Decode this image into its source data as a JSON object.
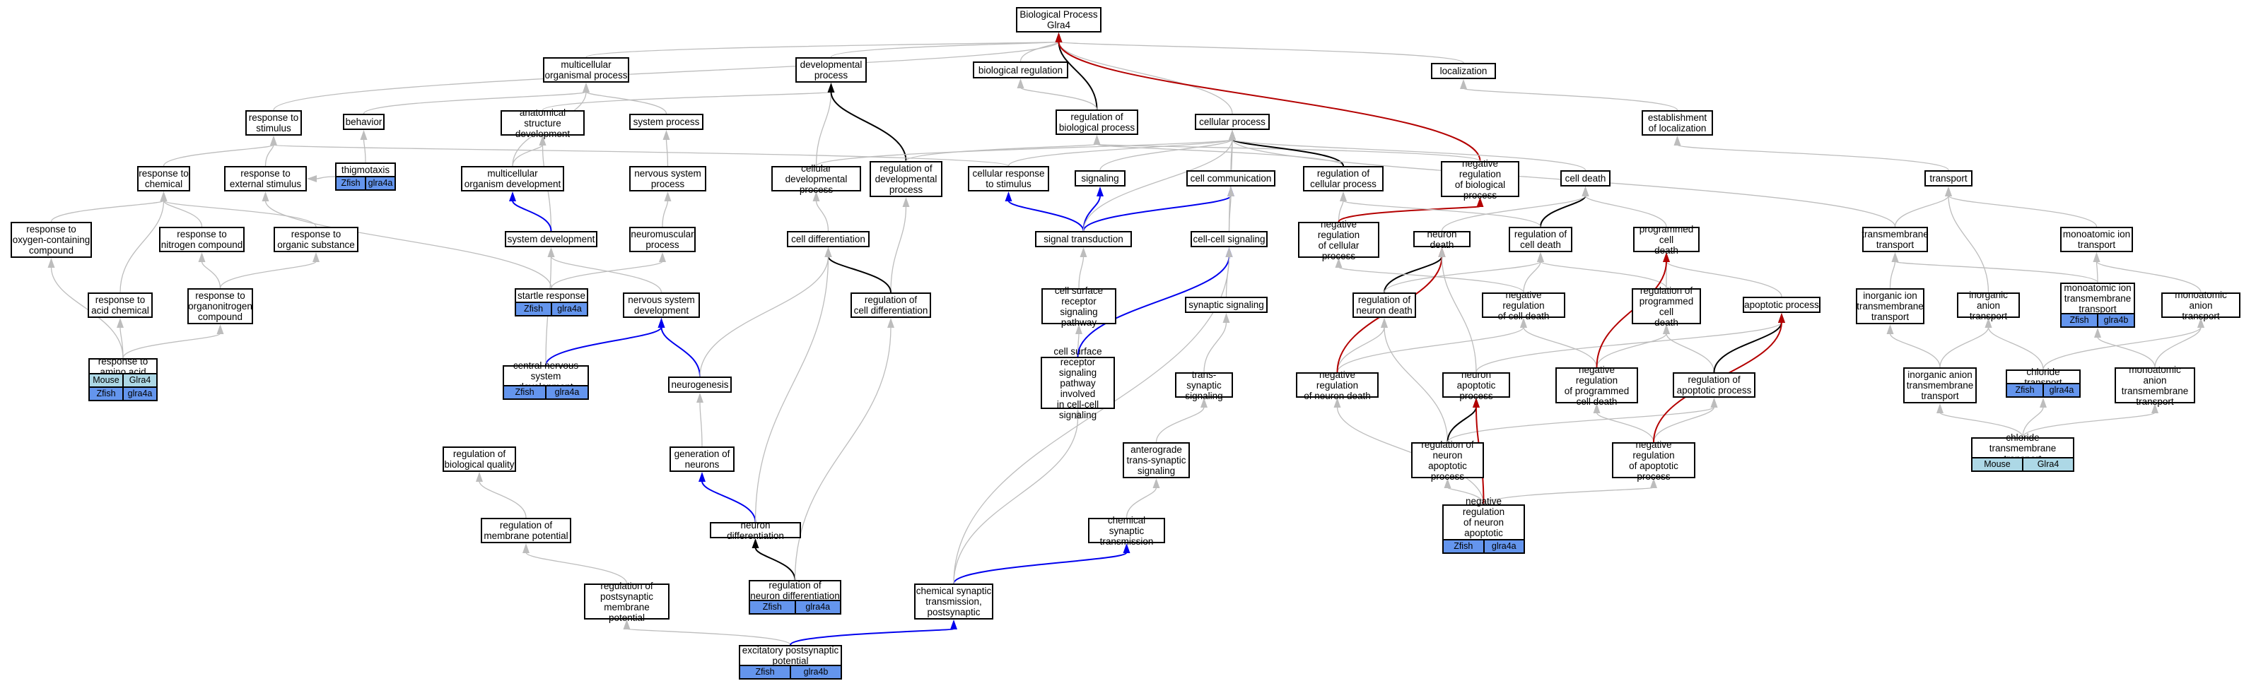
{
  "colors": {
    "edge_default": "#bdbdbd",
    "edge_black": "#000000",
    "edge_blue": "#0000ee",
    "edge_red": "#b40000",
    "tag_zfish": "#6495ed",
    "tag_mouse": "#add8e6"
  },
  "nodes": [
    {
      "id": "bp",
      "label": "Biological Process\nGlra4"
    },
    {
      "id": "mop",
      "label": "multicellular\norganismal process"
    },
    {
      "id": "dp",
      "label": "developmental\nprocess"
    },
    {
      "id": "breg",
      "label": "biological regulation"
    },
    {
      "id": "loc",
      "label": "localization"
    },
    {
      "id": "rts",
      "label": "response to\nstimulus"
    },
    {
      "id": "beh",
      "label": "behavior"
    },
    {
      "id": "asd",
      "label": "anatomical structure\ndevelopment"
    },
    {
      "id": "sysp",
      "label": "system process"
    },
    {
      "id": "rbp",
      "label": "regulation of\nbiological process"
    },
    {
      "id": "cp",
      "label": "cellular process"
    },
    {
      "id": "eol",
      "label": "establishment\nof localization"
    },
    {
      "id": "rtc",
      "label": "response to\nchemical"
    },
    {
      "id": "rtes",
      "label": "response to\nexternal stimulus"
    },
    {
      "id": "thig",
      "label": "thigmotaxis",
      "tags": [
        {
          "sp": "zfish",
          "text": "Zfish"
        },
        {
          "sp": "zfish",
          "text": "glra4a"
        }
      ]
    },
    {
      "id": "mod",
      "label": "multicellular\norganism development"
    },
    {
      "id": "nsp",
      "label": "nervous system\nprocess"
    },
    {
      "id": "cdp",
      "label": "cellular developmental\nprocess"
    },
    {
      "id": "rdp",
      "label": "regulation of\ndevelopmental\nprocess"
    },
    {
      "id": "crts",
      "label": "cellular response\nto stimulus"
    },
    {
      "id": "sig",
      "label": "signaling"
    },
    {
      "id": "ccom",
      "label": "cell communication"
    },
    {
      "id": "rcp",
      "label": "regulation of\ncellular process"
    },
    {
      "id": "nrbp",
      "label": "negative regulation\nof biological\nprocess"
    },
    {
      "id": "cdeath",
      "label": "cell death"
    },
    {
      "id": "trans",
      "label": "transport"
    },
    {
      "id": "rtocc",
      "label": "response to\noxygen-containing\ncompound"
    },
    {
      "id": "rtnc",
      "label": "response to\nnitrogen compound"
    },
    {
      "id": "rtos",
      "label": "response to\norganic substance"
    },
    {
      "id": "sysdev",
      "label": "system development"
    },
    {
      "id": "nmp",
      "label": "neuromuscular\nprocess"
    },
    {
      "id": "cdiff",
      "label": "cell differentiation"
    },
    {
      "id": "st",
      "label": "signal transduction"
    },
    {
      "id": "ccs",
      "label": "cell-cell signaling"
    },
    {
      "id": "nrcp",
      "label": "negative regulation\nof cellular\nprocess"
    },
    {
      "id": "nd",
      "label": "neuron death"
    },
    {
      "id": "rcd",
      "label": "regulation of\ncell death"
    },
    {
      "id": "pcd",
      "label": "programmed cell\ndeath"
    },
    {
      "id": "tmt",
      "label": "transmembrane\ntransport"
    },
    {
      "id": "mit",
      "label": "monoatomic ion\ntransport"
    },
    {
      "id": "rtac",
      "label": "response to\nacid chemical"
    },
    {
      "id": "rtoc",
      "label": "response to\norganonitrogen\ncompound"
    },
    {
      "id": "sr",
      "label": "startle response",
      "tags": [
        {
          "sp": "zfish",
          "text": "Zfish"
        },
        {
          "sp": "zfish",
          "text": "glra4a"
        }
      ]
    },
    {
      "id": "nsd",
      "label": "nervous system\ndevelopment"
    },
    {
      "id": "rcdiff",
      "label": "regulation of\ncell differentiation"
    },
    {
      "id": "csrsp",
      "label": "cell surface\nreceptor signaling\npathway"
    },
    {
      "id": "ss",
      "label": "synaptic signaling"
    },
    {
      "id": "rnd",
      "label": "regulation of\nneuron death"
    },
    {
      "id": "nrcd",
      "label": "negative regulation\nof cell death"
    },
    {
      "id": "rpcd",
      "label": "regulation of\nprogrammed cell\ndeath"
    },
    {
      "id": "ap",
      "label": "apoptotic process"
    },
    {
      "id": "iitt",
      "label": "inorganic ion\ntransmembrane\ntransport"
    },
    {
      "id": "iat",
      "label": "inorganic anion\ntransport"
    },
    {
      "id": "mittt",
      "label": "monoatomic ion\ntransmembrane\ntransport",
      "tags": [
        {
          "sp": "zfish",
          "text": "Zfish"
        },
        {
          "sp": "zfish",
          "text": "glra4b"
        }
      ]
    },
    {
      "id": "mat",
      "label": "monoatomic anion\ntransport"
    },
    {
      "id": "rtaa",
      "label": "response to\namino acid",
      "tags": [
        {
          "sp": "mouse",
          "text": "Mouse"
        },
        {
          "sp": "mouse",
          "text": "Glra4"
        }
      ],
      "tags2": [
        {
          "sp": "zfish",
          "text": "Zfish"
        },
        {
          "sp": "zfish",
          "text": "glra4a"
        }
      ]
    },
    {
      "id": "cnsd",
      "label": "central nervous\nsystem development",
      "tags": [
        {
          "sp": "zfish",
          "text": "Zfish"
        },
        {
          "sp": "zfish",
          "text": "glra4a"
        }
      ]
    },
    {
      "id": "csrspcc",
      "label": "cell surface\nreceptor signaling\npathway involved\nin cell-cell\nsignaling"
    },
    {
      "id": "neurog",
      "label": "neurogenesis"
    },
    {
      "id": "tss",
      "label": "trans-synaptic\nsignaling"
    },
    {
      "id": "nrnd",
      "label": "negative regulation\nof neuron death"
    },
    {
      "id": "nap",
      "label": "neuron apoptotic\nprocess"
    },
    {
      "id": "nrpcd",
      "label": "negative regulation\nof programmed\ncell death"
    },
    {
      "id": "rap",
      "label": "regulation of\napoptotic process"
    },
    {
      "id": "iatt",
      "label": "inorganic anion\ntransmembrane\ntransport"
    },
    {
      "id": "clt",
      "label": "chloride transport",
      "tags": [
        {
          "sp": "zfish",
          "text": "Zfish"
        },
        {
          "sp": "zfish",
          "text": "glra4a"
        }
      ]
    },
    {
      "id": "matt",
      "label": "monoatomic anion\ntransmembrane\ntransport"
    },
    {
      "id": "rbq",
      "label": "regulation of\nbiological quality"
    },
    {
      "id": "gon",
      "label": "generation of\nneurons"
    },
    {
      "id": "atss",
      "label": "anterograde\ntrans-synaptic\nsignaling"
    },
    {
      "id": "rnap",
      "label": "regulation of\nneuron apoptotic\nprocess"
    },
    {
      "id": "nrap",
      "label": "negative regulation\nof apoptotic\nprocess"
    },
    {
      "id": "cltt",
      "label": "chloride transmembrane\ntransport",
      "tags": [
        {
          "sp": "mouse",
          "text": "Mouse"
        },
        {
          "sp": "mouse",
          "text": "Glra4"
        }
      ]
    },
    {
      "id": "rmp",
      "label": "regulation of\nmembrane potential"
    },
    {
      "id": "ndiff",
      "label": "neuron differentiation"
    },
    {
      "id": "cst",
      "label": "chemical synaptic\ntransmission"
    },
    {
      "id": "nrnap",
      "label": "negative regulation\nof neuron apoptotic\nprocess",
      "tags": [
        {
          "sp": "zfish",
          "text": "Zfish"
        },
        {
          "sp": "zfish",
          "text": "glra4a"
        }
      ]
    },
    {
      "id": "rnd2",
      "label": "regulation of\nneuron differentiation",
      "tags": [
        {
          "sp": "zfish",
          "text": "Zfish"
        },
        {
          "sp": "zfish",
          "text": "glra4a"
        }
      ]
    },
    {
      "id": "rpmp",
      "label": "regulation of\npostsynaptic\nmembrane potential"
    },
    {
      "id": "cstp",
      "label": "chemical synaptic\ntransmission,\npostsynaptic"
    },
    {
      "id": "epsp",
      "label": "excitatory postsynaptic\npotential",
      "tags": [
        {
          "sp": "zfish",
          "text": "Zfish"
        },
        {
          "sp": "zfish",
          "text": "glra4b"
        }
      ]
    }
  ],
  "edges": [
    [
      "mop",
      "bp",
      "g"
    ],
    [
      "dp",
      "bp",
      "g"
    ],
    [
      "breg",
      "bp",
      "g"
    ],
    [
      "loc",
      "bp",
      "g"
    ],
    [
      "rts",
      "bp",
      "g"
    ],
    [
      "cp",
      "bp",
      "g"
    ],
    [
      "rbp",
      "bp",
      "k"
    ],
    [
      "nrbp",
      "bp",
      "r"
    ],
    [
      "beh",
      "mop",
      "g"
    ],
    [
      "sysp",
      "mop",
      "g"
    ],
    [
      "mod",
      "mop",
      "g"
    ],
    [
      "asd",
      "dp",
      "g"
    ],
    [
      "cdp",
      "dp",
      "g"
    ],
    [
      "rdp",
      "dp",
      "k"
    ],
    [
      "rbp",
      "breg",
      "g"
    ],
    [
      "eol",
      "loc",
      "g"
    ],
    [
      "rtc",
      "rts",
      "g"
    ],
    [
      "rtes",
      "rts",
      "g"
    ],
    [
      "crts",
      "rts",
      "g"
    ],
    [
      "thig",
      "beh",
      "g"
    ],
    [
      "thig",
      "rtes",
      "g"
    ],
    [
      "mod",
      "asd",
      "g"
    ],
    [
      "sysdev",
      "asd",
      "g"
    ],
    [
      "nsp",
      "sysp",
      "g"
    ],
    [
      "rdp",
      "rbp",
      "g"
    ],
    [
      "rcp",
      "rbp",
      "g"
    ],
    [
      "nrbp",
      "rbp",
      "g"
    ],
    [
      "crts",
      "cp",
      "g"
    ],
    [
      "sig",
      "cp",
      "g"
    ],
    [
      "ccom",
      "cp",
      "g"
    ],
    [
      "rcp",
      "cp",
      "k"
    ],
    [
      "cdeath",
      "cp",
      "g"
    ],
    [
      "cdp",
      "cp",
      "g"
    ],
    [
      "trans",
      "eol",
      "g"
    ],
    [
      "rtocc",
      "rtc",
      "g"
    ],
    [
      "rtnc",
      "rtc",
      "g"
    ],
    [
      "rtos",
      "rtc",
      "g"
    ],
    [
      "rtac",
      "rtc",
      "g"
    ],
    [
      "sysdev",
      "mod",
      "b"
    ],
    [
      "nmp",
      "nsp",
      "g"
    ],
    [
      "cdiff",
      "cdp",
      "g"
    ],
    [
      "rcdiff",
      "rdp",
      "g"
    ],
    [
      "rcdiff",
      "cdiff",
      "k"
    ],
    [
      "st",
      "crts",
      "b"
    ],
    [
      "st",
      "sig",
      "b"
    ],
    [
      "st",
      "ccom",
      "b"
    ],
    [
      "st",
      "cp",
      "g"
    ],
    [
      "ccs",
      "ccom",
      "g"
    ],
    [
      "ccs",
      "cp",
      "g"
    ],
    [
      "nrcp",
      "rcp",
      "g"
    ],
    [
      "nrcp",
      "nrbp",
      "r"
    ],
    [
      "rcd",
      "cdeath",
      "k"
    ],
    [
      "rcd",
      "rcp",
      "g"
    ],
    [
      "nd",
      "cdeath",
      "g"
    ],
    [
      "pcd",
      "cdeath",
      "g"
    ],
    [
      "tmt",
      "trans",
      "g"
    ],
    [
      "mit",
      "trans",
      "g"
    ],
    [
      "tmt",
      "cp",
      "g"
    ],
    [
      "rtoc",
      "rtnc",
      "g"
    ],
    [
      "rtoc",
      "rtos",
      "g"
    ],
    [
      "sr",
      "rtes",
      "g"
    ],
    [
      "sr",
      "nmp",
      "g"
    ],
    [
      "nsd",
      "sysdev",
      "g"
    ],
    [
      "csrsp",
      "st",
      "g"
    ],
    [
      "ss",
      "ccs",
      "g"
    ],
    [
      "rnd",
      "nd",
      "k"
    ],
    [
      "rnd",
      "rcd",
      "g"
    ],
    [
      "nrcd",
      "rcd",
      "g"
    ],
    [
      "nrcd",
      "nrcp",
      "g"
    ],
    [
      "rpcd",
      "pcd",
      "g"
    ],
    [
      "rpcd",
      "rcd",
      "g"
    ],
    [
      "ap",
      "pcd",
      "g"
    ],
    [
      "iitt",
      "tmt",
      "g"
    ],
    [
      "iat",
      "trans",
      "g"
    ],
    [
      "mittt",
      "tmt",
      "g"
    ],
    [
      "mittt",
      "mit",
      "g"
    ],
    [
      "mat",
      "mit",
      "g"
    ],
    [
      "rtaa",
      "rtocc",
      "g"
    ],
    [
      "rtaa",
      "rtac",
      "g"
    ],
    [
      "rtaa",
      "rtoc",
      "g"
    ],
    [
      "cnsd",
      "nsd",
      "b"
    ],
    [
      "cnsd",
      "sysdev",
      "g"
    ],
    [
      "csrspcc",
      "csrsp",
      "g"
    ],
    [
      "csrspcc",
      "ccs",
      "b"
    ],
    [
      "neurog",
      "nsd",
      "b"
    ],
    [
      "neurog",
      "cdiff",
      "g"
    ],
    [
      "tss",
      "ss",
      "g"
    ],
    [
      "nrnd",
      "rnd",
      "g"
    ],
    [
      "nrnd",
      "nrcd",
      "g"
    ],
    [
      "nrnd",
      "nd",
      "r"
    ],
    [
      "nap",
      "nd",
      "g"
    ],
    [
      "nap",
      "ap",
      "g"
    ],
    [
      "nrpcd",
      "rpcd",
      "g"
    ],
    [
      "nrpcd",
      "nrcd",
      "g"
    ],
    [
      "nrpcd",
      "pcd",
      "r"
    ],
    [
      "rap",
      "rpcd",
      "g"
    ],
    [
      "rap",
      "ap",
      "k"
    ],
    [
      "iatt",
      "iitt",
      "g"
    ],
    [
      "iatt",
      "iat",
      "g"
    ],
    [
      "clt",
      "iat",
      "g"
    ],
    [
      "clt",
      "mat",
      "g"
    ],
    [
      "matt",
      "mittt",
      "g"
    ],
    [
      "matt",
      "mat",
      "g"
    ],
    [
      "gon",
      "neurog",
      "g"
    ],
    [
      "atss",
      "tss",
      "g"
    ],
    [
      "rnap",
      "rnd",
      "g"
    ],
    [
      "rnap",
      "nap",
      "k"
    ],
    [
      "rnap",
      "rap",
      "g"
    ],
    [
      "nrap",
      "rap",
      "g"
    ],
    [
      "nrap",
      "nrpcd",
      "g"
    ],
    [
      "nrap",
      "ap",
      "r"
    ],
    [
      "cltt",
      "iatt",
      "g"
    ],
    [
      "cltt",
      "clt",
      "g"
    ],
    [
      "cltt",
      "matt",
      "g"
    ],
    [
      "rmp",
      "rbq",
      "g"
    ],
    [
      "ndiff",
      "gon",
      "b"
    ],
    [
      "ndiff",
      "cdiff",
      "g"
    ],
    [
      "cst",
      "atss",
      "g"
    ],
    [
      "nrnap",
      "rnap",
      "g"
    ],
    [
      "nrnap",
      "nrnd",
      "g"
    ],
    [
      "nrnap",
      "nap",
      "r"
    ],
    [
      "nrnap",
      "nrap",
      "g"
    ],
    [
      "rnd2",
      "ndiff",
      "k"
    ],
    [
      "rnd2",
      "rcdiff",
      "g"
    ],
    [
      "rpmp",
      "rmp",
      "g"
    ],
    [
      "cstp",
      "cst",
      "b"
    ],
    [
      "cstp",
      "csrspcc",
      "g"
    ],
    [
      "cstp",
      "ccs",
      "g"
    ],
    [
      "epsp",
      "rpmp",
      "g"
    ],
    [
      "epsp",
      "cstp",
      "b"
    ]
  ]
}
